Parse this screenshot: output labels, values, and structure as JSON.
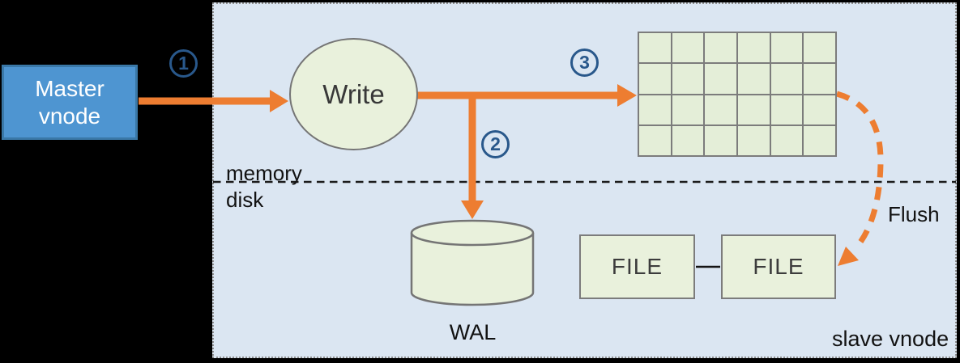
{
  "master_vnode": {
    "lines": [
      "Master",
      "vnode"
    ]
  },
  "write_label": "Write",
  "steps": [
    {
      "number": "1"
    },
    {
      "number": "2"
    },
    {
      "number": "3"
    }
  ],
  "labels": {
    "memory": "memory",
    "disk": "disk",
    "wal": "WAL",
    "flush": "Flush",
    "slave_vnode": "slave vnode"
  },
  "files": [
    {
      "label": "FILE"
    },
    {
      "label": "FILE"
    }
  ],
  "memtable_grid": {
    "rows": 4,
    "cols": 6
  },
  "colors": {
    "arrow_orange": "#ed7d31",
    "node_green": "#e9f1dc",
    "panel_blue": "#dbe6f2",
    "master_blue": "#4e95d1",
    "master_border": "#3a78a7",
    "step_badge_blue": "#29588b",
    "shape_border_gray": "#757575"
  }
}
